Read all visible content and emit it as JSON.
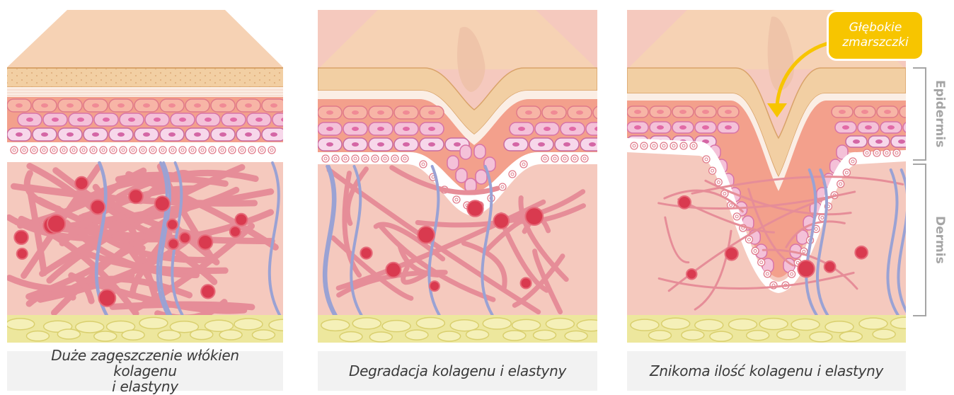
{
  "panels": [
    {
      "caption_line1": "Duże zagęszczenie włókien kolagenu",
      "caption_line2": "i elastyny"
    },
    {
      "caption_line1": "Degradacja kolagenu i elastyny",
      "caption_line2": ""
    },
    {
      "caption_line1": "Znikoma ilość kolagenu i elastyny",
      "caption_line2": ""
    }
  ],
  "callout": {
    "line1": "Głębokie",
    "line2": "zmarszczki"
  },
  "layers": {
    "epidermis": "Epidermis",
    "dermis": "Dermis"
  },
  "colors": {
    "skin_top": "#f6d2b4",
    "stratum": "#f2cfa3",
    "dermis_bg": "#f5c9be",
    "collagen": "#e68d98",
    "elastin": "#9aa2d4",
    "fibroblast": "#d93a4f",
    "fat": "#ede79d",
    "accent": "#f7c500",
    "label_gray": "#a5a5a5"
  }
}
